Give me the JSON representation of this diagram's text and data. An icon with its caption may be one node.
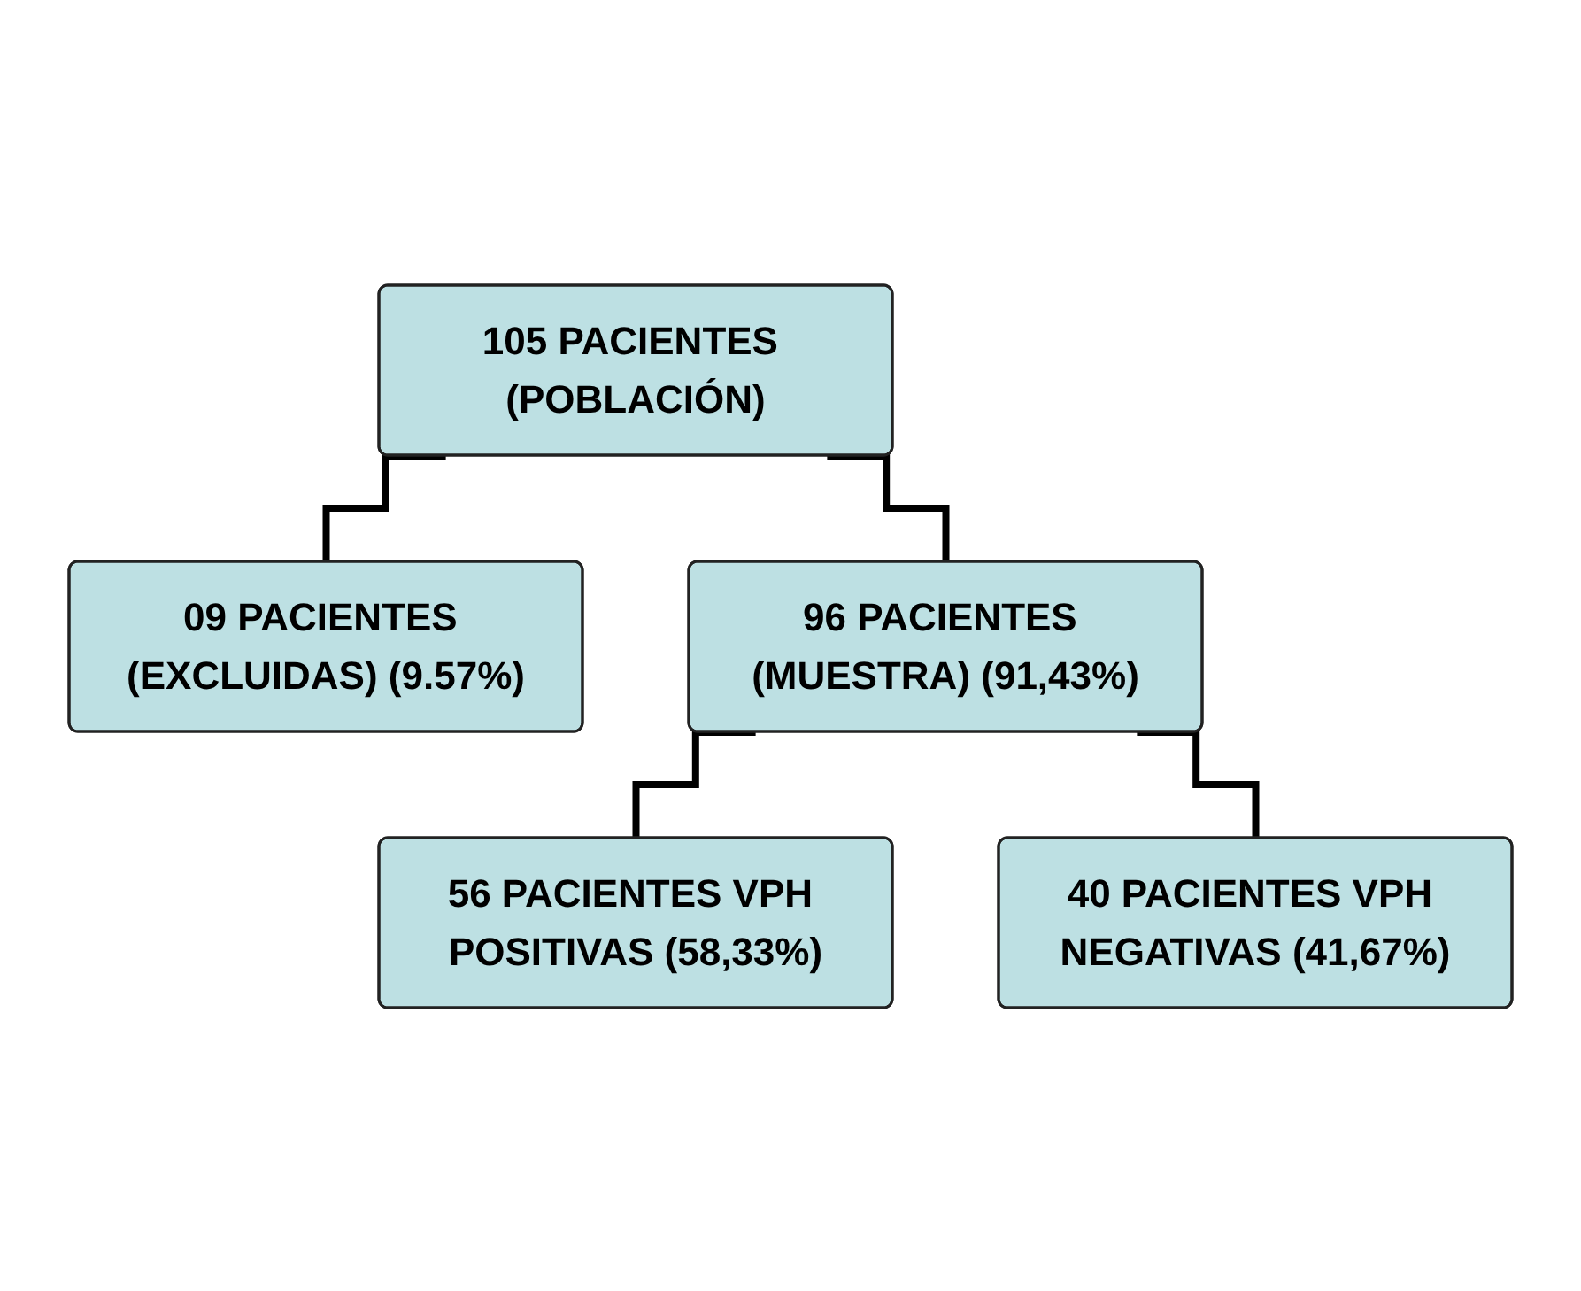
{
  "diagram": {
    "nodes": [
      {
        "text": [
          "105 PACIENTES (POBLACIÓN)"
        ]
      },
      {
        "text": [
          "09 PACIENTES (EXCLUIDAS) (9.57%)"
        ]
      },
      {
        "text": [
          "96 PACIENTES (MUESTRA) (91,43%)"
        ]
      },
      {
        "text": [
          "56 PACIENTES VPH POSITIVAS (58,33%)"
        ]
      },
      {
        "text": [
          "40 PACIENTES VPH NEGATIVAS (41,67%)"
        ]
      }
    ],
    "edges": [
      {
        "from": 0,
        "to": 1,
        "arrow": "none"
      },
      {
        "from": 0,
        "to": 2,
        "arrow": "none"
      },
      {
        "from": 2,
        "to": 3,
        "arrow": "none"
      },
      {
        "from": 2,
        "to": 4,
        "arrow": "none"
      }
    ]
  }
}
